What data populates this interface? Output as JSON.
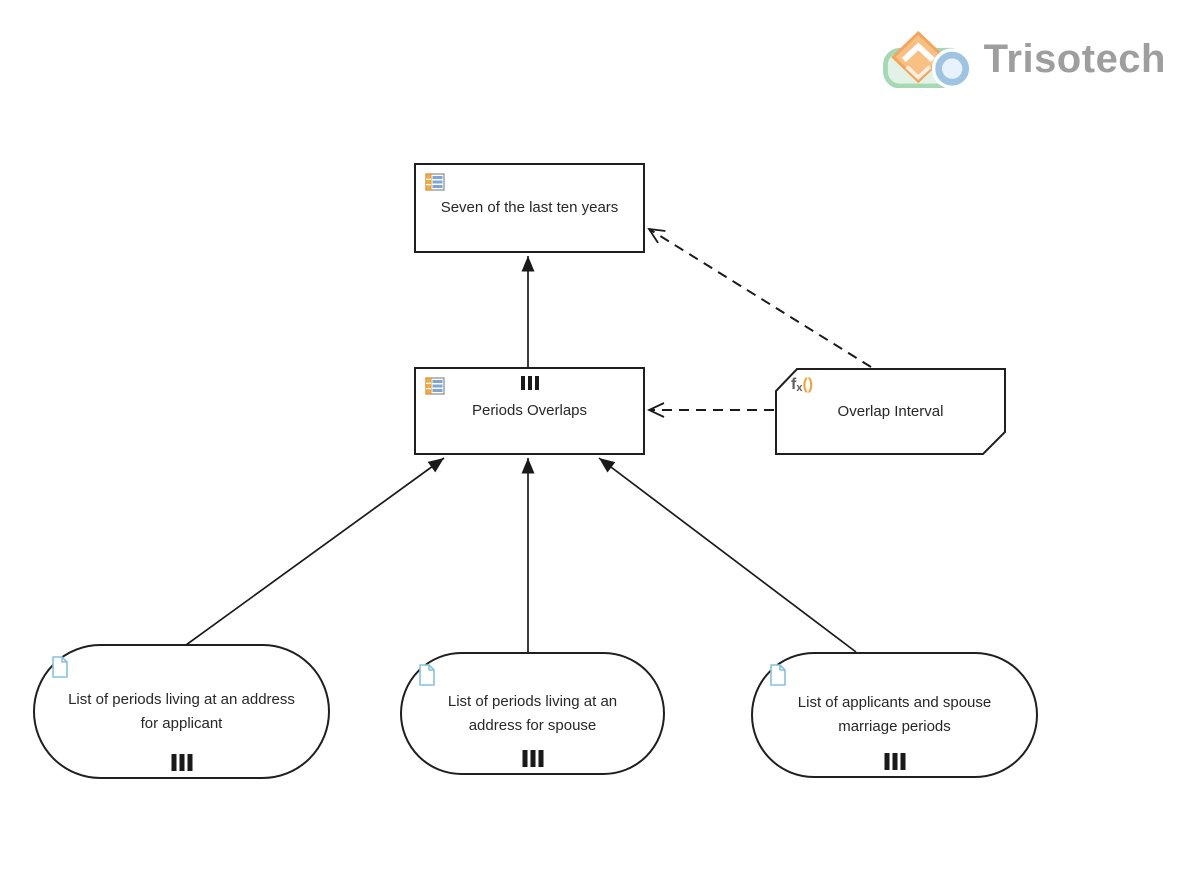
{
  "brand": {
    "name": "Trisotech"
  },
  "diagram": {
    "type": "dmn-decision-requirements-diagram",
    "colors": {
      "node_border": "#1f1f1f",
      "label_text": "#272727",
      "table_icon_orange": "#f5ab44",
      "table_icon_blue": "#7ba7d7",
      "document_icon_blue": "#85c2de",
      "fx_orange": "#f2a33c",
      "brand_gray": "#9e9e9e"
    },
    "nodes": {
      "seven": {
        "type": "decision",
        "label": "Seven of the last ten years",
        "icon": "decision-table-icon",
        "collection": false
      },
      "periods": {
        "type": "decision",
        "label": "Periods Overlaps",
        "icon": "decision-table-icon",
        "collection": true
      },
      "overlap_interval": {
        "type": "business-knowledge-model",
        "label": "Overlap Interval",
        "icon": "fx-icon",
        "fx": "f",
        "fx_sub": "x",
        "fx_parens": "()"
      },
      "applicant_periods": {
        "type": "input-data",
        "label": "List of periods living at an address for applicant",
        "lines": [
          "List of periods living at an address",
          "for applicant"
        ],
        "icon": "document-icon",
        "collection": true
      },
      "spouse_periods": {
        "type": "input-data",
        "label": "List of periods living at an address for spouse",
        "lines": [
          "List of periods living at an",
          "address for spouse"
        ],
        "icon": "document-icon",
        "collection": true
      },
      "marriage_periods": {
        "type": "input-data",
        "label": "List of applicants and spouse marriage periods",
        "lines": [
          "List of applicants and spouse",
          "marriage periods"
        ],
        "icon": "document-icon",
        "collection": true
      }
    },
    "edges": [
      {
        "from": "periods",
        "to": "seven",
        "kind": "information-requirement",
        "style": "solid"
      },
      {
        "from": "applicant_periods",
        "to": "periods",
        "kind": "information-requirement",
        "style": "solid"
      },
      {
        "from": "spouse_periods",
        "to": "periods",
        "kind": "information-requirement",
        "style": "solid"
      },
      {
        "from": "marriage_periods",
        "to": "periods",
        "kind": "information-requirement",
        "style": "solid"
      },
      {
        "from": "overlap_interval",
        "to": "seven",
        "kind": "knowledge-requirement",
        "style": "dashed"
      },
      {
        "from": "overlap_interval",
        "to": "periods",
        "kind": "knowledge-requirement",
        "style": "dashed"
      }
    ]
  }
}
